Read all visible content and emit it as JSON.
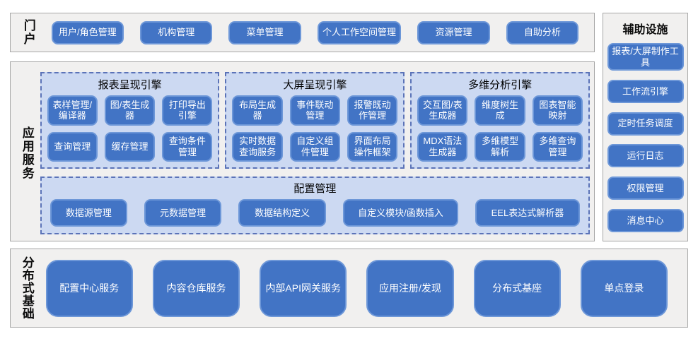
{
  "portal": {
    "label": "门户",
    "buttons": [
      "用户/角色管理",
      "机构管理",
      "菜单管理",
      "个人工作空间管理",
      "资源管理",
      "自助分析"
    ]
  },
  "app_services": {
    "label": "应用服务",
    "engines": [
      {
        "title": "报表呈现引擎",
        "buttons": [
          "表样管理/编译器",
          "图/表生成器",
          "打印导出引擎",
          "查询管理",
          "缓存管理",
          "查询条件管理"
        ]
      },
      {
        "title": "大屏呈现引擎",
        "buttons": [
          "布局生成器",
          "事件联动管理",
          "报警既动作管理",
          "实时数据查询服务",
          "自定义组件管理",
          "界面布局操作框架"
        ]
      },
      {
        "title": "多维分析引擎",
        "buttons": [
          "交互图/表生成器",
          "维度树生成",
          "图表智能映射",
          "MDX语法生成器",
          "多维模型解析",
          "多维查询管理"
        ]
      }
    ],
    "config": {
      "title": "配置管理",
      "buttons": [
        "数据源管理",
        "元数据管理",
        "数据结构定义",
        "自定义模块/函数插入",
        "EEL表达式解析器"
      ]
    }
  },
  "auxiliary": {
    "title": "辅助设施",
    "buttons": [
      "报表/大屏制作工具",
      "工作流引擎",
      "定时任务调度",
      "运行日志",
      "权限管理",
      "消息中心"
    ]
  },
  "distributed": {
    "label": "分布式基础",
    "buttons": [
      "配置中心服务",
      "内容仓库服务",
      "内部API网关服务",
      "应用注册/发现",
      "分布式基座",
      "单点登录"
    ]
  },
  "colors": {
    "block_blue": "#4274c5",
    "block_border": "#6d97d8",
    "panel_blue": "#ccd9f2",
    "panel_dashed_border": "#5b73b8",
    "section_bg": "#f1f0ef",
    "section_border": "#a6a6a6",
    "block_text": "#ffffff",
    "label_text": "#0d0d0d"
  }
}
